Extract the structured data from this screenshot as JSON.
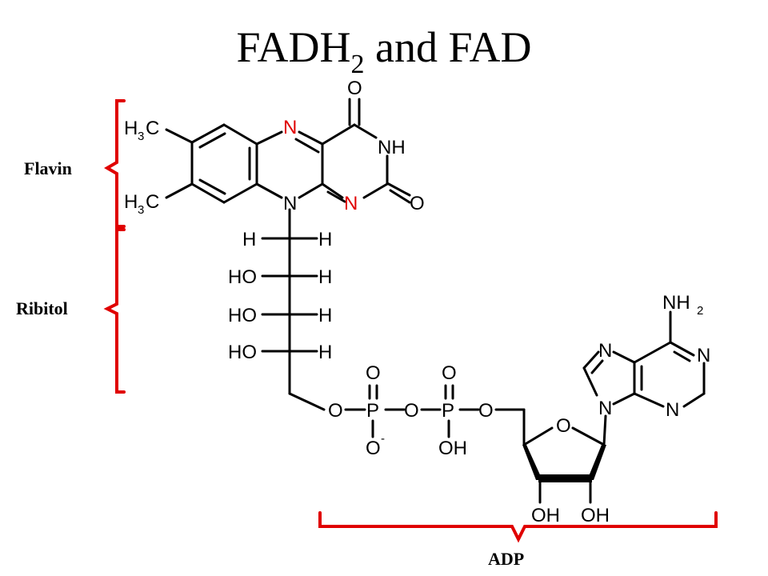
{
  "title": {
    "main": "FADH",
    "sub": "2",
    "rest": " and FAD"
  },
  "regions": {
    "flavin": "Flavin",
    "ribitol": "Ribitol",
    "adp": "ADP"
  },
  "atoms": {
    "c": "C",
    "h": "H",
    "n": "N",
    "o": "O",
    "p": "P",
    "nh": "NH",
    "ho": "HO",
    "oh": "OH",
    "minus": "-",
    "two": "2",
    "three": "3"
  },
  "colors": {
    "bracket": "#e00000",
    "highlight_nitrogen": "#e00000",
    "bond": "#000000"
  }
}
